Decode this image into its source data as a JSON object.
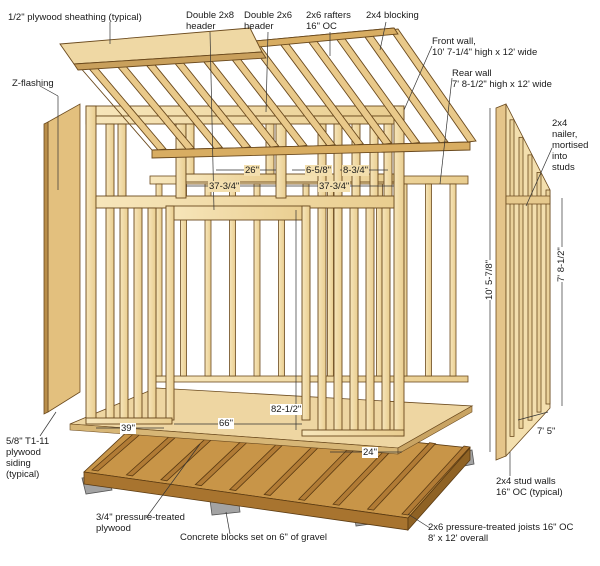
{
  "labels": {
    "sheathing": "1/2\" plywood sheathing (typical)",
    "header_2x8": [
      "Double 2x8",
      "header"
    ],
    "header_2x6": [
      "Double 2x6",
      "header"
    ],
    "rafters": [
      "2x6 rafters",
      "16\" OC"
    ],
    "blocking": "2x4 blocking",
    "front_wall": [
      "Front wall,",
      "10' 7-1/4\" high x 12' wide"
    ],
    "rear_wall": [
      "Rear wall",
      "7' 8-1/2\" high x 12' wide"
    ],
    "z_flashing": "Z-flashing",
    "nailer": [
      "2x4",
      "nailer,",
      "mortised",
      "into",
      "studs"
    ],
    "siding": [
      "5/8\" T1-11",
      "plywood",
      "siding",
      "(typical)"
    ],
    "stud_walls": [
      "2x4 stud walls",
      "16\" OC (typical)"
    ],
    "plywood_floor": [
      "3/4\" pressure-treated",
      "plywood"
    ],
    "blocks": "Concrete blocks set on 6\" of gravel",
    "joists": [
      "2x6 pressure-treated joists 16\" OC",
      "8' x 12' overall"
    ]
  },
  "dimensions": {
    "d26": "26\"",
    "d6_5_8": "6-5/8\"",
    "d8_3_4": "8-3/4\"",
    "d37_3_4_left": "37-3/4\"",
    "d37_3_4_right": "37-3/4\"",
    "d82_1_2": "82-1/2\"",
    "d66": "66\"",
    "d39": "39\"",
    "d24": "24\"",
    "d10_5_7_8": "10' 5-7/8\"",
    "d7_8_1_2": "7' 8-1/2\"",
    "d7_5": "7' 5\""
  },
  "colors": {
    "wood": "#f3dfae",
    "wood_dark": "#d9a75c",
    "edge": "#6b4a1e",
    "floor": "#e8cc94",
    "pt_wood": "#c08a3e",
    "block": "#9a9a9a"
  }
}
